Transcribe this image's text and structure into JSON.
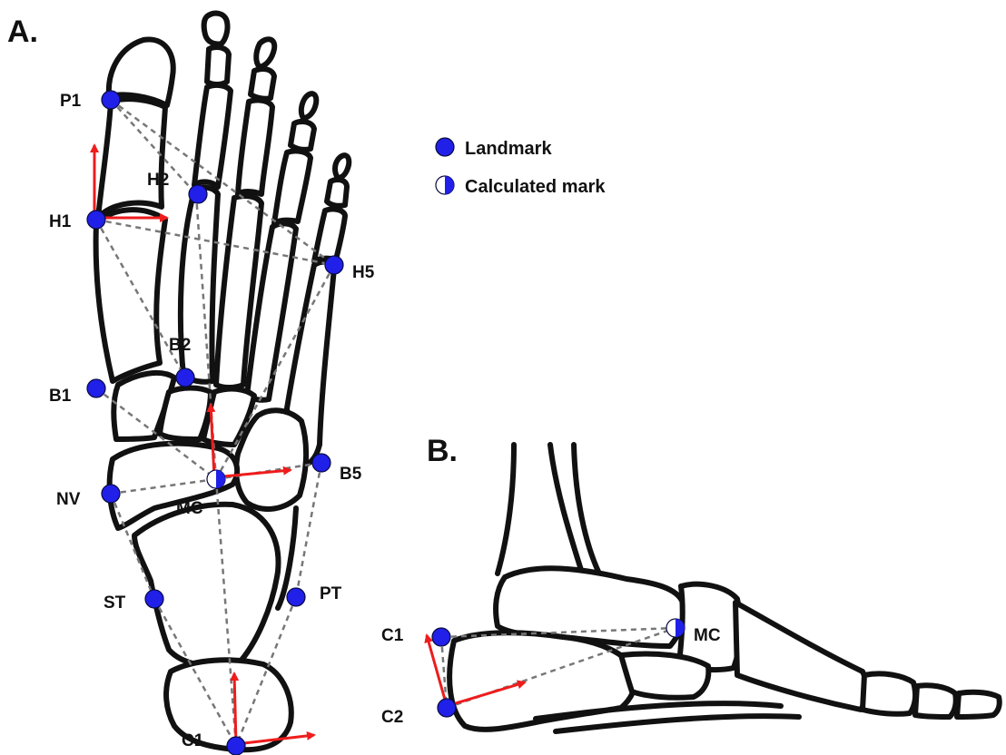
{
  "panels": {
    "a": "A.",
    "b": "B."
  },
  "legend": {
    "landmark": "Landmark",
    "calculated": "Calculated mark",
    "landmark_color": "#2020e8",
    "axis_color": "#ee1c1c"
  },
  "labels": {
    "p1": "P1",
    "h1": "H1",
    "h2": "H2",
    "h5": "H5",
    "b1": "B1",
    "b2": "B2",
    "b5": "B5",
    "nv": "NV",
    "mc": "MC",
    "st": "ST",
    "pt": "PT",
    "c1": "C1",
    "c1_b": "C1",
    "c2_b": "C2",
    "mc_b": "MC"
  }
}
